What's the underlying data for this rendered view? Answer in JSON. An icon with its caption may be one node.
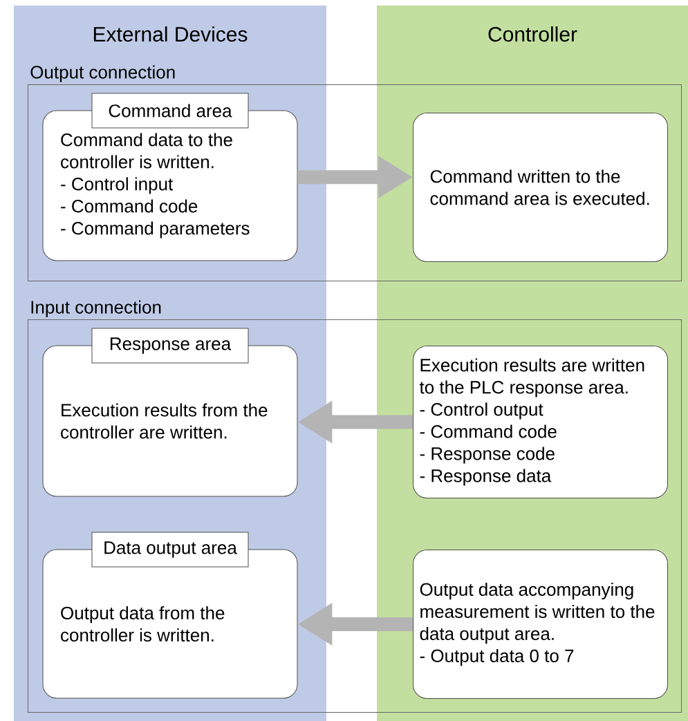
{
  "diagram": {
    "nodes": [
      {
        "text": [
          "Output connection"
        ]
      },
      {
        "text": [
          "Command area",
          "Command data to the controller is written.",
          "- Control input",
          "- Command code",
          "- Command parameters"
        ],
        "in": 0
      },
      {
        "text": [
          "Command written to the command area is executed."
        ],
        "in": 0
      },
      {
        "text": [
          "Input connection"
        ]
      },
      {
        "text": [
          "Response area",
          "Execution results from the controller are written."
        ],
        "in": 3
      },
      {
        "text": [
          "Execution results are written to the PLC response area.",
          "- Control output",
          "- Command code",
          "- Response code",
          "- Response data"
        ],
        "in": 3
      },
      {
        "text": [
          "Data output area",
          "Output data from the controller is written."
        ],
        "in": 3
      },
      {
        "text": [
          "Output data accompanying measurement is written to the data output area.",
          "- Output data 0 to 7"
        ],
        "in": 3
      }
    ],
    "edges": [
      {
        "from": 1,
        "to": 2,
        "arrow": "to"
      },
      {
        "from": 5,
        "to": 4,
        "arrow": "to"
      },
      {
        "from": 7,
        "to": 6,
        "arrow": "to"
      }
    ],
    "labels": [
      "External Devices",
      "Controller"
    ]
  }
}
